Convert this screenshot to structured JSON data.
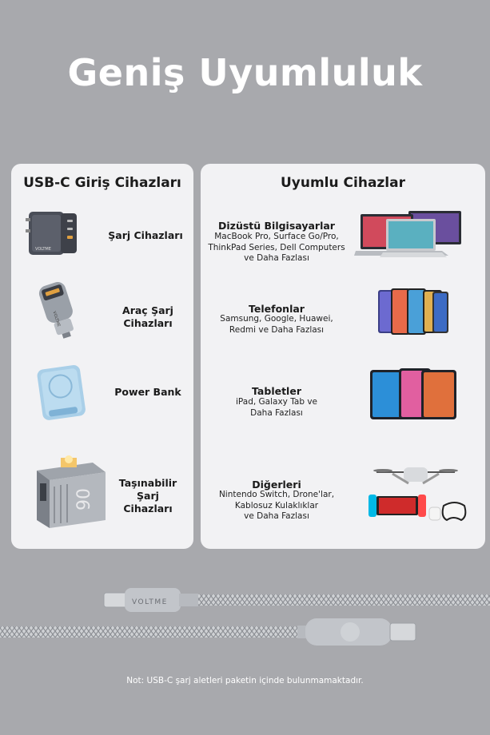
{
  "title": "Geniş Uyumluluk",
  "left_card": {
    "title": "USB-C Giriş Cihazları",
    "items": [
      {
        "label": "Şarj Cihazları"
      },
      {
        "label": "Araç Şarj\nCihazları"
      },
      {
        "label": "Power Bank"
      },
      {
        "label": "Taşınabilir\nŞarj Cihazları"
      }
    ]
  },
  "right_card": {
    "title": "Uyumlu Cihazlar",
    "items": [
      {
        "title": "Dizüstü Bilgisayarlar",
        "desc": "MacBook Pro, Surface Go/Pro,\nThinkPad Series, Dell  Computers\nve Daha Fazlası"
      },
      {
        "title": "Telefonlar",
        "desc": "Samsung, Google, Huawei,\nRedmi ve Daha Fazlası"
      },
      {
        "title": "Tabletler",
        "desc": "iPad, Galaxy Tab ve\nDaha Fazlası"
      },
      {
        "title": "Diğerleri",
        "desc": "Nintendo Switch, Drone'lar,\nKablosuz Kulaklıklar\nve Daha Fazlası"
      }
    ]
  },
  "brand_text": "VOLTME",
  "note": "Not: USB-C şarj aletleri paketin içinde bulunmamaktadır."
}
